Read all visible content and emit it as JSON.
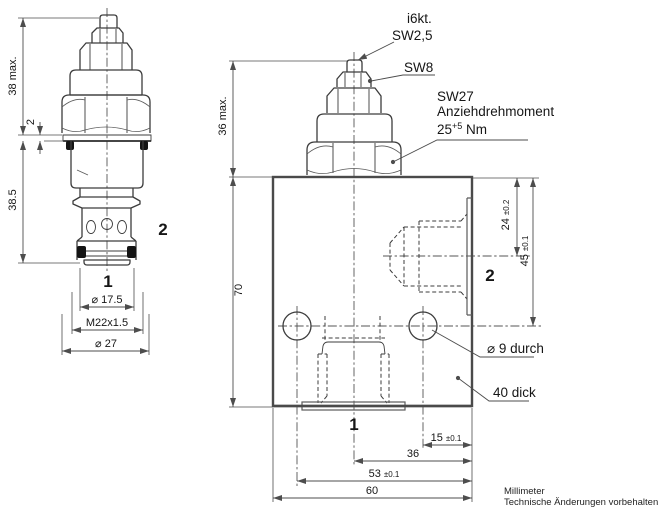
{
  "cartridge_view": {
    "dim_height_max": "38 max.",
    "dim_washer": "2",
    "dim_body_length": "38.5",
    "port1": "1",
    "port2": "2",
    "dim_nose_dia": "⌀ 17.5",
    "dim_thread": "M22x1.5",
    "dim_hex_dia": "⌀ 27"
  },
  "block_view": {
    "callout_hex_socket": "i6kt.",
    "callout_socket_size": "SW2,5",
    "callout_locknut": "SW8",
    "callout_hex": "SW27",
    "callout_torque_label": "Anziehdrehmoment",
    "torque_value": "25",
    "torque_tolerance": "+5",
    "torque_unit": " Nm",
    "dim_head_height": "36 max.",
    "dim_block_height": "70",
    "dim_port2_axis": "24",
    "dim_port2_axis_tol": "±0.2",
    "dim_hole_axis": "45",
    "dim_hole_axis_tol": "±0.1",
    "dim_hole_to_edge": "15",
    "dim_hole_to_edge_tol": "±0.1",
    "dim_valve_axis": "36",
    "dim_hole_span": "53",
    "dim_hole_span_tol": "±0.1",
    "dim_width": "60",
    "callout_hole": "⌀ 9 durch",
    "callout_thickness": "40  dick",
    "port1": "1",
    "port2": "2"
  },
  "footer": {
    "unit": "Millimeter",
    "note": "Technische Änderungen vorbehalten"
  }
}
